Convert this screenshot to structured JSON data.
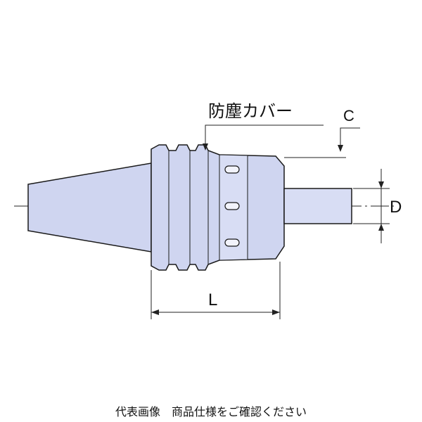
{
  "diagram": {
    "callout_label": "防塵カバー",
    "dim_c": "C",
    "dim_d": "D",
    "dim_l": "L"
  },
  "caption": "代表画像　商品仕様をご確認ください",
  "colors": {
    "body_fill": "#cfd5f0",
    "body_fill_light": "#e4e8f8",
    "outline": "#1a1a1a",
    "line": "#222222"
  }
}
